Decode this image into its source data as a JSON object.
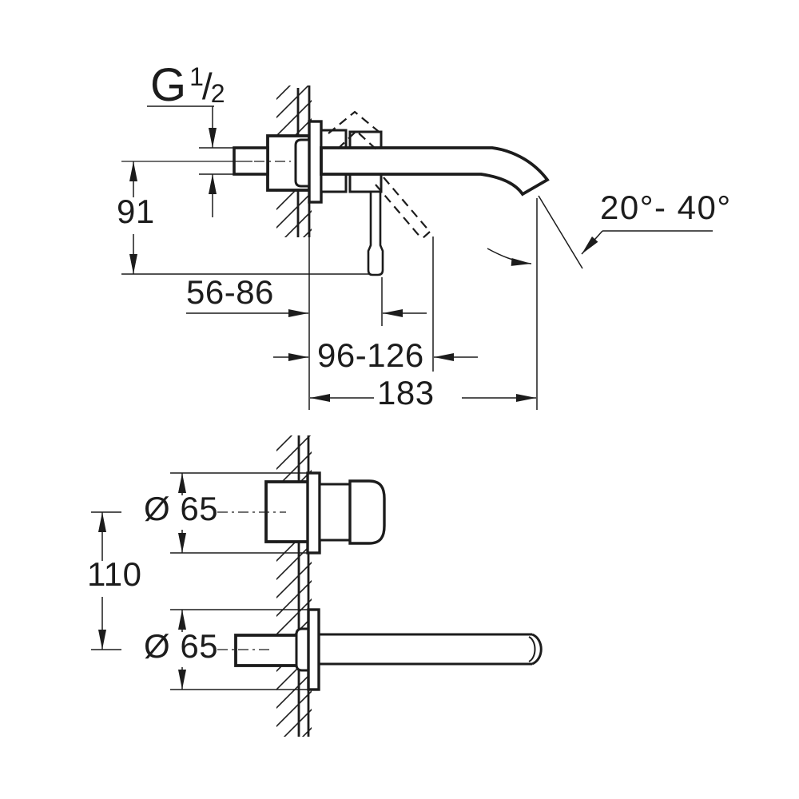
{
  "drawing": {
    "kind": "technical dimension drawing",
    "subject": "wall-mounted two-hole basin mixer, side view and plan view",
    "colors": {
      "line": "#1c1c1c",
      "background": "#ffffff"
    },
    "side_view": {
      "thread": {
        "g": "G",
        "numerator": "1",
        "slash": "/",
        "denominator": "2"
      },
      "spout_center_to_lever_tip": "91",
      "lever_projection_closed": "56-86",
      "lever_projection_open": "96-126",
      "spout_projection": "183",
      "spout_angle_range": "20°- 40°"
    },
    "plan_view": {
      "handle_escutcheon_diameter": "Ø 65",
      "spout_escutcheon_diameter": "Ø 65",
      "vertical_center_distance": "110"
    }
  }
}
